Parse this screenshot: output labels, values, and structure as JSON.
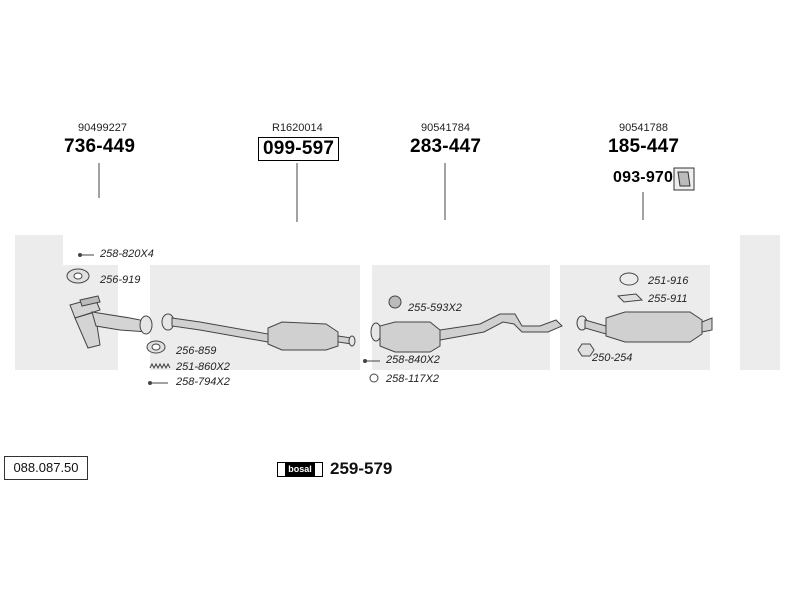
{
  "assemblies": [
    {
      "ref": "90499227",
      "part": "736-449",
      "boxed": false
    },
    {
      "ref": "R1620014",
      "part": "099-597",
      "boxed": true
    },
    {
      "ref": "90541784",
      "part": "283-447",
      "boxed": false
    },
    {
      "ref": "90541788",
      "part": "185-447",
      "boxed": false
    }
  ],
  "extra_part": "093-970",
  "callouts": {
    "c1": "258-820X4",
    "c2": "256-919",
    "c3": "256-859",
    "c4": "251-860X2",
    "c5": "258-794X2",
    "c6": "255-593X2",
    "c7": "258-840X2",
    "c8": "258-117X2",
    "c9": "251-916",
    "c10": "255-911",
    "c11": "250-254"
  },
  "diagram_number": "088.087.50",
  "brand": "bosal",
  "reference_part": "259-579",
  "colors": {
    "watermark": "#ececec",
    "parts": "#c8c8c8",
    "outline": "#444444"
  }
}
